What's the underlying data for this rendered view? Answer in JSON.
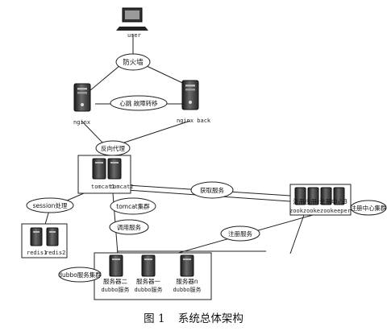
{
  "nodes": {
    "user": "user",
    "firewall": "防火墙",
    "nginx": "nginx",
    "nginx_back": "nginx back",
    "heartbeat": "心跳 故障转移",
    "reverse_proxy": "反向代理",
    "tomcat1": "tomcat1",
    "tomcat2": "tomcat2",
    "tomcat_cluster": "tomcat集群",
    "session": "session处理",
    "redis1": "redis1",
    "redis2": "redis2",
    "get_service": "获取服务",
    "call_service": "调用服务",
    "register_service": "注册服务",
    "registry_cluster": "注册中心集群",
    "registry_label": "注册主册(注册中心3",
    "zookeeper_label": "zookzookezookeeper",
    "dubbo_cluster": "dubbo服务集群",
    "server2": "服务器二",
    "server2_sub": "dubbo服务",
    "server1": "服务器一",
    "server1_sub": "dubbo服务",
    "servern": "服务器n",
    "servern_sub": "dubbo服务"
  },
  "caption": {
    "figure": "图 1",
    "title": "系统总体架构"
  }
}
